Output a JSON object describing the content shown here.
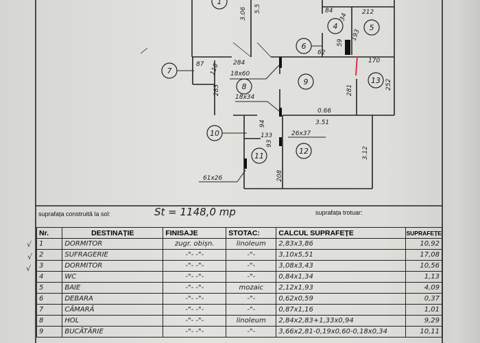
{
  "plan": {
    "rooms": [
      "1",
      "4",
      "5",
      "6",
      "7",
      "8",
      "9",
      "13",
      "10",
      "11",
      "12"
    ],
    "dimensions": [
      "3.06",
      "5.5",
      "84",
      "34",
      "212",
      "193",
      "59",
      "62",
      "87",
      "284",
      "116",
      "283",
      "18x60",
      "18x34",
      "170",
      "281",
      "252",
      "0.66",
      "3.51",
      "3.12",
      "133",
      "94",
      "26x37",
      "93",
      "61x26",
      "208"
    ]
  },
  "header": {
    "built_area_label": "suprafața construită la sol:",
    "built_area_value": "St = 1148,0 mp",
    "sidewalk_label": "suprafața trotuar:"
  },
  "table": {
    "columns": [
      "Nr.",
      "DESTINAȚIE",
      "FINISAJE",
      "STOTAC:",
      "CALCUL SUPRAFEȚE",
      "SUPRAFEȚE"
    ],
    "rows": [
      {
        "nr": "1",
        "dest": "DORMITOR",
        "fin": "zugr. obișn.",
        "stotac": "linoleum",
        "calc": "2,83x3,86",
        "area": "10,92"
      },
      {
        "nr": "2",
        "dest": "SUFRAGERIE",
        "fin": "-\"- -\"-",
        "stotac": "-\"-",
        "calc": "3,10x5,51",
        "area": "17,08"
      },
      {
        "nr": "3",
        "dest": "DORMITOR",
        "fin": "-\"- -\"-",
        "stotac": "-\"-",
        "calc": "3,08x3,43",
        "area": "10,56"
      },
      {
        "nr": "4",
        "dest": "WC",
        "fin": "-\"- -\"-",
        "stotac": "-\"-",
        "calc": "0,84x1,34",
        "area": "1,13"
      },
      {
        "nr": "5",
        "dest": "BAIE",
        "fin": "-\"- -\"-",
        "stotac": "mozaic",
        "calc": "2,12x1,93",
        "area": "4,09"
      },
      {
        "nr": "6",
        "dest": "DEBARA",
        "fin": "-\"- -\"-",
        "stotac": "-\"-",
        "calc": "0,62x0,59",
        "area": "0,37"
      },
      {
        "nr": "7",
        "dest": "CĂMARĂ",
        "fin": "-\"- -\"-",
        "stotac": "-\"-",
        "calc": "0,87x1,16",
        "area": "1,01"
      },
      {
        "nr": "8",
        "dest": "HOL",
        "fin": "-\"- -\"-",
        "stotac": "linoleum",
        "calc": "2,84x2,83+1,33x0,94",
        "area": "9,29"
      },
      {
        "nr": "9",
        "dest": "BUCĂTĂRIE",
        "fin": "-\"- -\"-",
        "stotac": "-\"-",
        "calc": "3,66x2,81-0,19x0,60-0,18x0,34",
        "area": "10,11"
      }
    ],
    "checks": [
      "√",
      "√",
      "√"
    ]
  }
}
